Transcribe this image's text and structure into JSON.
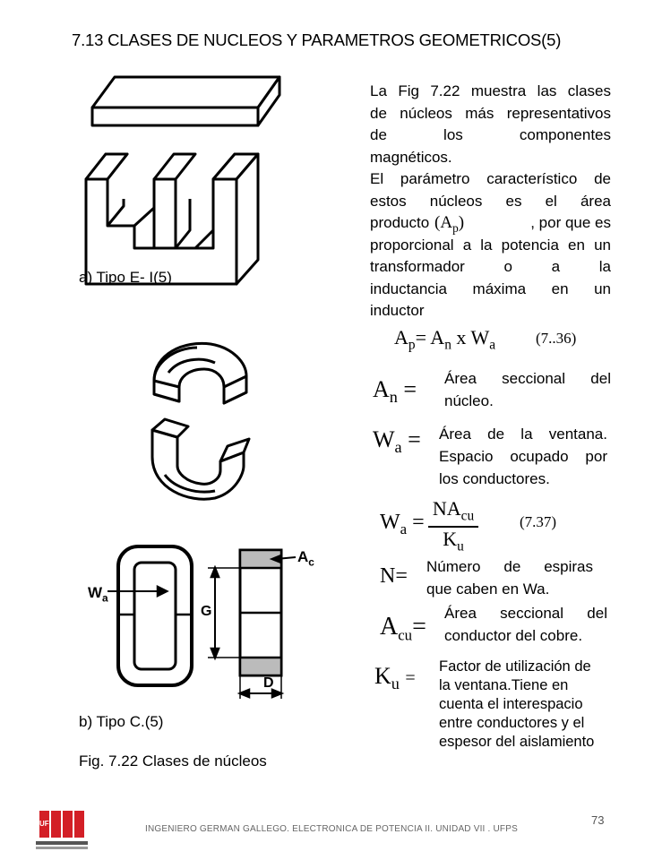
{
  "header": {
    "title": "7.13 CLASES DE NUCLEOS Y PARAMETROS GEOMETRICOS(5)"
  },
  "intro": {
    "lines": [
      "La Fig 7.22  muestra las clases",
      "de núcleos más representativos",
      "de los componentes",
      "magnéticos.",
      "El parámetro característico de",
      "estos núcleos es el área",
      "producto",
      ", por que es",
      "proporcional a la potencia en un",
      "transformador o a la",
      "inductancia máxima en un",
      "inductor"
    ],
    "ap_symbol": "(A",
    "ap_sub": "p",
    "ap_close": ")"
  },
  "figures": {
    "caption_a": "a) Tipo E- I(5)",
    "caption_b": "b) Tipo C.(5)",
    "caption_fig": "Fig. 7.22 Clases de núcleos",
    "label_wa": "W",
    "label_wa_sub": "a",
    "label_ac": "A",
    "label_ac_sub": "c",
    "label_g": "G",
    "label_d": "D"
  },
  "equations": {
    "eq36": {
      "lhs": "A",
      "lhs_sub": "p",
      "rhs_a": "= A",
      "rhs_a_sub": "n",
      "x": " x W",
      "rhs_w_sub": "a",
      "number": "(7..36)"
    },
    "an": {
      "sym": "A",
      "sub": "n",
      "eq": "=",
      "desc_1": "Área seccional del",
      "desc_2": "núcleo."
    },
    "wa": {
      "sym": "W",
      "sub": "a",
      "eq": "=",
      "desc_1": "Área de la ventana.",
      "desc_2": "Espacio ocupado por",
      "desc_3": "los conductores."
    },
    "eq37": {
      "lhs": "W",
      "lhs_sub": "a",
      "eq": "=",
      "num": "NA",
      "num_sub": "cu",
      "den": "K",
      "den_sub": "u",
      "number": "(7.37)"
    },
    "n": {
      "sym": "N",
      "eq": "=",
      "desc_1": "Número de espiras",
      "desc_2": "que caben en  Wa."
    },
    "acu": {
      "sym": "A",
      "sub": "cu",
      "eq": "=",
      "desc_1": "Área seccional del",
      "desc_2": "conductor del cobre."
    },
    "ku": {
      "sym": "K",
      "sub": "u",
      "eq": "=",
      "desc_1": "Factor de utilización de",
      "desc_2": "la ventana.Tiene en",
      "desc_3": "cuenta el interespacio",
      "desc_4": "entre conductores y el",
      "desc_5": "espesor del aislamiento"
    }
  },
  "footer": {
    "text": "INGENIERO GERMAN GALLEGO. ELECTRONICA DE POTENCIA  II. UNIDAD  VII . UFPS",
    "page": "73",
    "logo_text": "UFPS"
  }
}
